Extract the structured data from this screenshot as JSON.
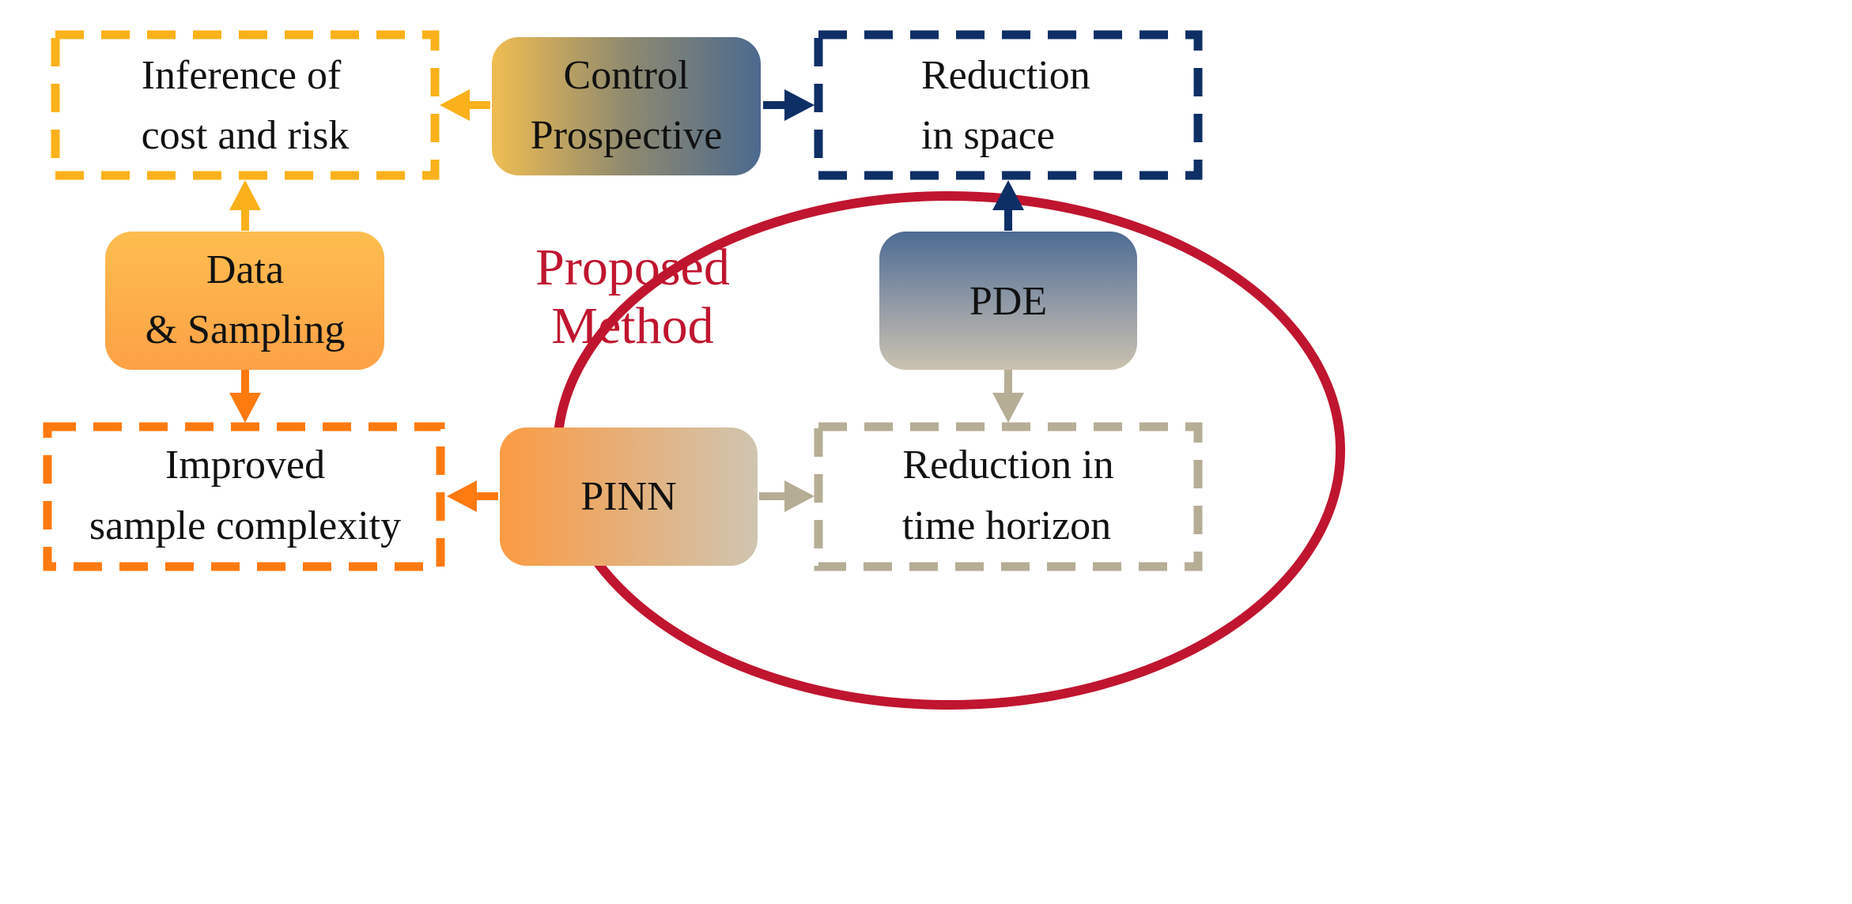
{
  "center": {
    "line1": "Proposed",
    "line2": "Method",
    "color": "#c0152f"
  },
  "nodes": {
    "control": {
      "line1": "Control",
      "line2": "Prospective"
    },
    "data": {
      "line1": "Data",
      "line2": "& Sampling"
    },
    "pde": {
      "label": "PDE"
    },
    "pinn": {
      "label": "PINN"
    }
  },
  "outcomes": {
    "inference": {
      "line1": "Inference of",
      "line2": "cost and risk"
    },
    "space": {
      "line1": "Reduction",
      "line2": "in space"
    },
    "sample": {
      "line1": "Improved",
      "line2": "sample complexity"
    },
    "horizon": {
      "line1": "Reduction in",
      "line2": "time horizon"
    }
  },
  "colors": {
    "gold": "#fbb11b",
    "navy": "#0e2f66",
    "orange": "#ff7a0f",
    "taupe": "#b6ad95",
    "ring": "#c0152f"
  }
}
